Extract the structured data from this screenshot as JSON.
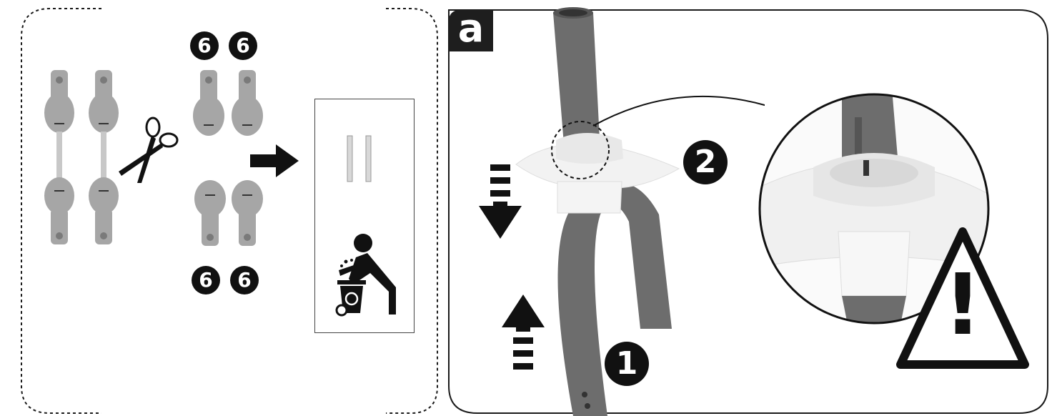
{
  "left_panel": {
    "part_count_labels": [
      "6",
      "6",
      "6",
      "6"
    ]
  },
  "right_panel": {
    "step_label": "a",
    "callouts": [
      "1",
      "2"
    ],
    "warning_mark": "!"
  },
  "icons": {
    "scissors": "scissors-icon",
    "arrow": "arrow-right-icon",
    "trash": "trash-disposal-icon",
    "warning": "warning-triangle-icon"
  },
  "colors": {
    "outline": "#1a1a1a",
    "part_grey": "#a6a6a6",
    "tube_grey": "#6d6d6d",
    "cap_white": "#f2f2f2"
  }
}
